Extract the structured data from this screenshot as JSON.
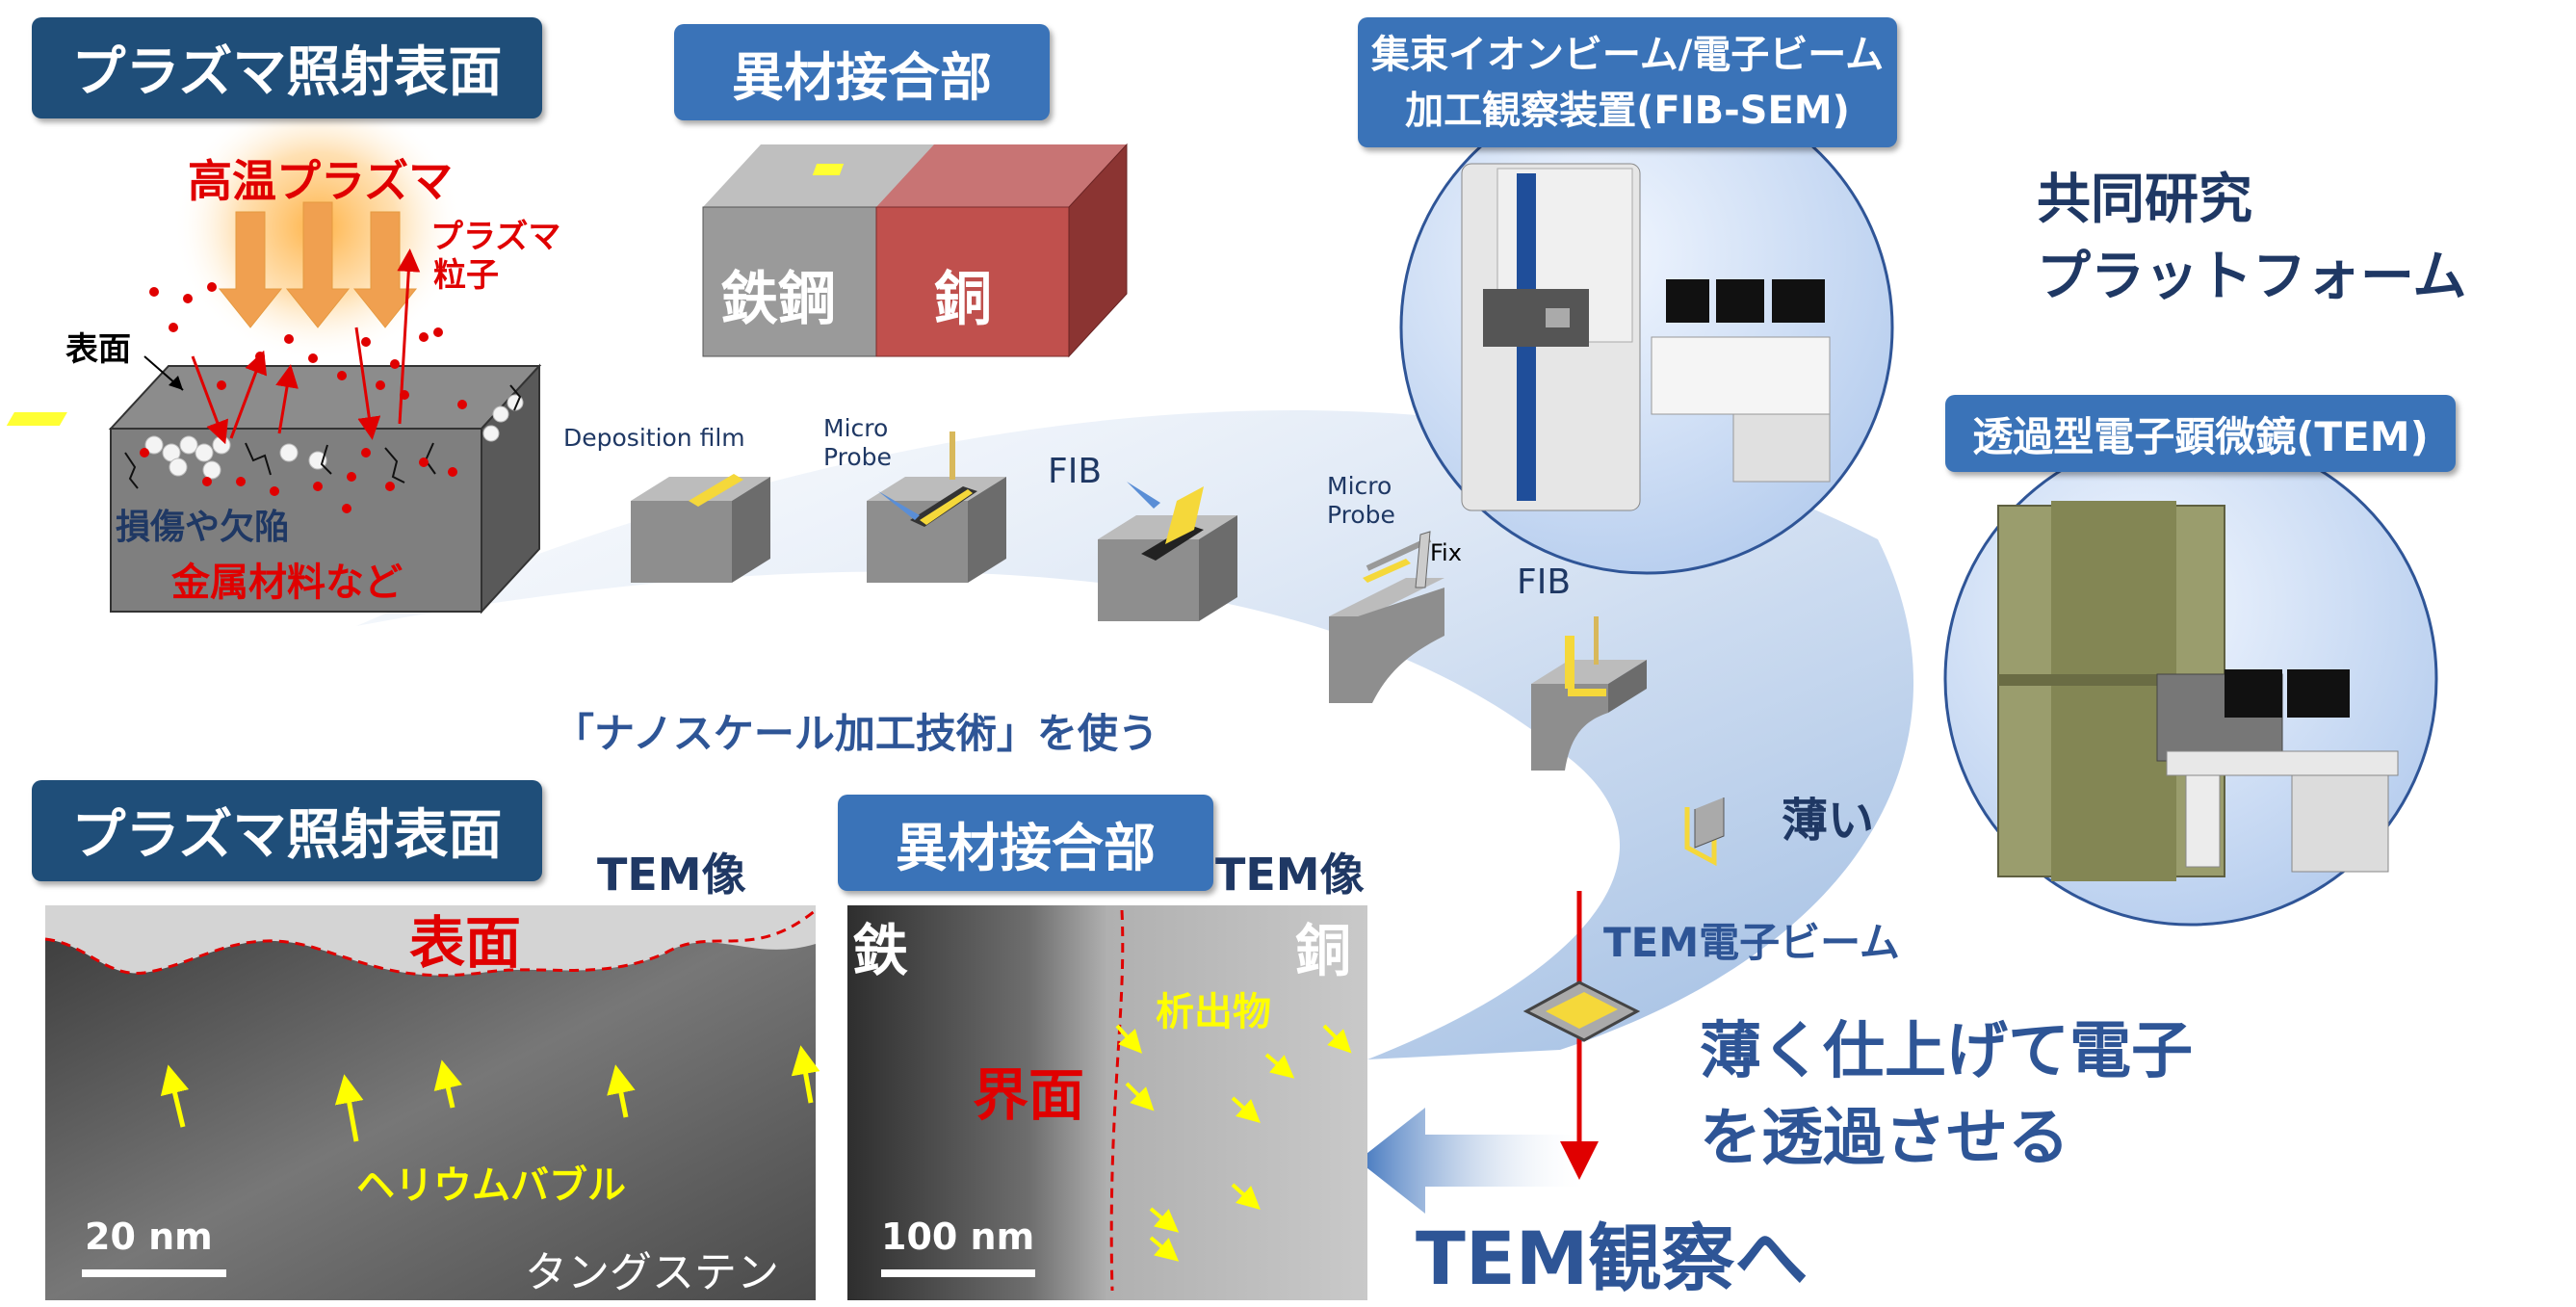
{
  "top_left": {
    "title": "プラズマ照射表面",
    "plasma_label": "高温プラズマ",
    "particle_label_1": "プラズマ",
    "particle_label_2": "粒子",
    "surface_label": "表面",
    "damage_label": "損傷や欠陥",
    "material_label": "金属材料など"
  },
  "top_mid": {
    "title": "異材接合部",
    "steel_label": "鉄鋼",
    "copper_label": "銅"
  },
  "process": {
    "step1": "Deposition film",
    "step2_line1": "Micro",
    "step2_line2": "Probe",
    "step3": "FIB",
    "step4_line1": "Micro",
    "step4_line2": "Probe",
    "step4_fix": "Fix",
    "step5": "FIB",
    "nano_text": "「ナノスケール加工技術」を使う",
    "thin_label": "薄い",
    "beam_label": "TEM電子ビーム",
    "transmit_line1": "薄く仕上げて電子",
    "transmit_line2": "を透過させる",
    "to_tem": "TEM観察へ"
  },
  "fibsem": {
    "title_line1": "集束イオンビーム/電子ビーム",
    "title_line2": "加工観察装置(FIB-SEM)"
  },
  "platform": {
    "line1": "共同研究",
    "line2": "プラットフォーム"
  },
  "tem": {
    "title": "透過型電子顕微鏡(TEM)"
  },
  "bottom_left": {
    "title": "プラズマ照射表面",
    "tem_image": "TEM像",
    "surface_label": "表面",
    "bubble_label": "ヘリウムバブル",
    "scale": "20 nm",
    "material": "タングステン"
  },
  "bottom_mid": {
    "title": "異材接合部",
    "tem_image": "TEM像",
    "iron": "鉄",
    "copper": "銅",
    "interface": "界面",
    "precipitate": "析出物",
    "scale": "100 nm"
  },
  "colors": {
    "navy": "#1f3864",
    "tag_dark": "#1f4e79",
    "tag_light": "#3a73b8",
    "red": "#e00000",
    "yellow": "#ffff00"
  }
}
